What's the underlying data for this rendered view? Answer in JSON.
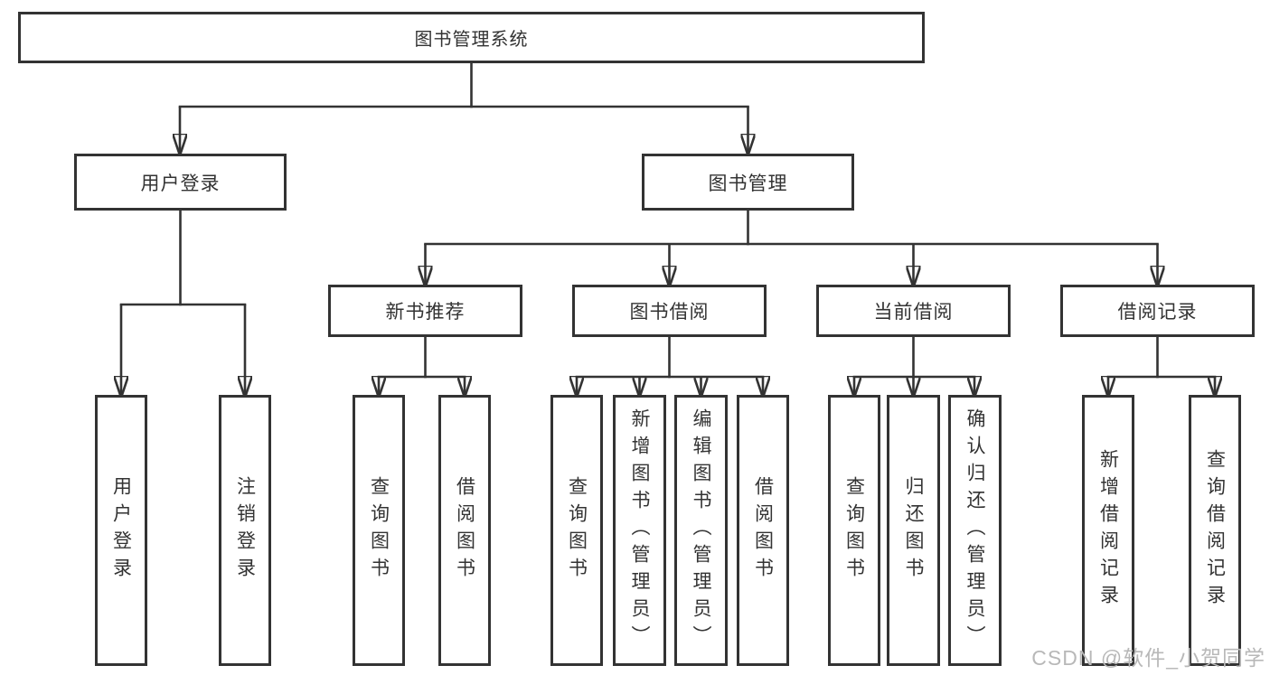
{
  "tree": {
    "root": "图书管理系统",
    "login": {
      "label": "用户登录",
      "children": [
        "用户登录",
        "注销登录"
      ]
    },
    "manage": {
      "label": "图书管理",
      "sections": [
        {
          "label": "新书推荐",
          "children": [
            "查询图书",
            "借阅图书"
          ]
        },
        {
          "label": "图书借阅",
          "children": [
            "查询图书",
            "新增图书（管理员）",
            "编辑图书（管理员）",
            "借阅图书"
          ]
        },
        {
          "label": "当前借阅",
          "children": [
            "查询图书",
            "归还图书",
            "确认归还（管理员）"
          ]
        },
        {
          "label": "借阅记录",
          "children": [
            "新增借阅记录",
            "查询借阅记录"
          ]
        }
      ]
    }
  },
  "watermark": {
    "text": "CSDN @软件_小贺同学"
  },
  "colors": {
    "line": "#333333",
    "text": "#333333",
    "watermark": "#b8b8b8",
    "background": "#ffffff"
  }
}
